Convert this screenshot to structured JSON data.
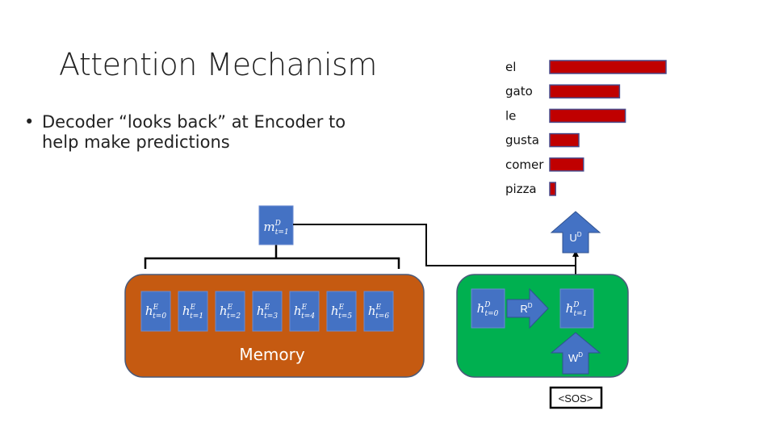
{
  "slide": {
    "title": "Attention Mechanism",
    "bullet": "Decoder “looks back” at Encoder to help make predictions"
  },
  "chart_data": {
    "type": "bar",
    "orientation": "horizontal",
    "categories": [
      "el",
      "gato",
      "le",
      "gusta",
      "comer",
      "pizza"
    ],
    "values": [
      1.0,
      0.6,
      0.65,
      0.25,
      0.29,
      0.05
    ],
    "bar_color": "#c00000",
    "bar_border": "#4a4a8a",
    "axes": false,
    "grid": false
  },
  "memory": {
    "label": "Memory",
    "color": "#c55a11",
    "cells": [
      {
        "var": "h",
        "sup": "E",
        "sub": "t=0"
      },
      {
        "var": "h",
        "sup": "E",
        "sub": "t=1"
      },
      {
        "var": "h",
        "sup": "E",
        "sub": "t=2"
      },
      {
        "var": "h",
        "sup": "E",
        "sub": "t=3"
      },
      {
        "var": "h",
        "sup": "E",
        "sub": "t=4"
      },
      {
        "var": "h",
        "sup": "E",
        "sub": "t=5"
      },
      {
        "var": "h",
        "sup": "E",
        "sub": "t=6"
      }
    ]
  },
  "context": {
    "var": "m",
    "sup": "D",
    "sub": "t=1"
  },
  "decoder": {
    "color": "#00b050",
    "h0": {
      "var": "h",
      "sup": "D",
      "sub": "t=0"
    },
    "h1": {
      "var": "h",
      "sup": "D",
      "sub": "t=1"
    },
    "R": {
      "base": "R",
      "sup": "D"
    },
    "W": {
      "base": "W",
      "sup": "D"
    },
    "U": {
      "base": "U",
      "sup": "D"
    },
    "input": "<SOS>"
  },
  "cell_color": "#4472c4"
}
